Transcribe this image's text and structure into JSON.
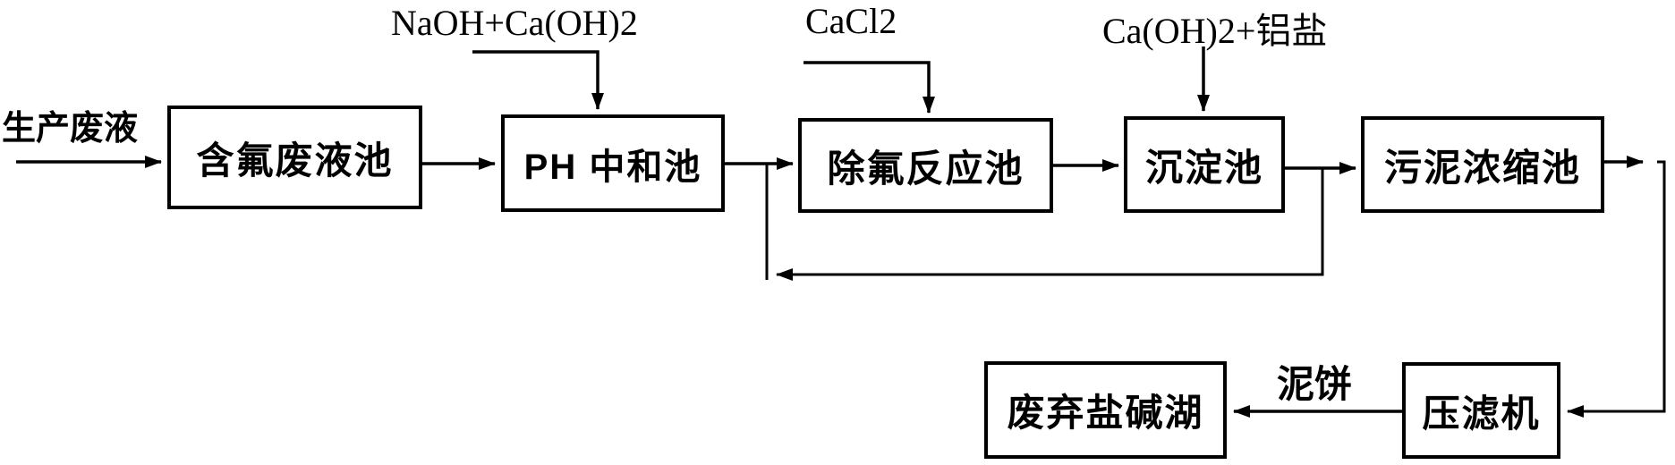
{
  "diagram": {
    "type": "process-flow",
    "source_label": "生产废液",
    "reagents": {
      "naoh_lime": "NaOH+Ca(OH)2",
      "calcium_chloride": "CaCl2",
      "lime_aluminum_salt": "Ca(OH)2+铝盐"
    },
    "nodes": {
      "fluoride_waste_pool": "含氟废液池",
      "ph_neutralization_pool": "PH 中和池",
      "defluoridation_reaction_pool": "除氟反应池",
      "sedimentation_pool": "沉淀池",
      "sludge_thickening_pool": "污泥浓缩池",
      "filter_press": "压滤机",
      "abandoned_salt_lake": "废弃盐碱湖"
    },
    "stream_labels": {
      "mud_cake": "泥饼"
    },
    "colors": {
      "line": "#000000",
      "box_border": "#000000",
      "box_fill": "#ffffff",
      "background": "#ffffff"
    }
  }
}
